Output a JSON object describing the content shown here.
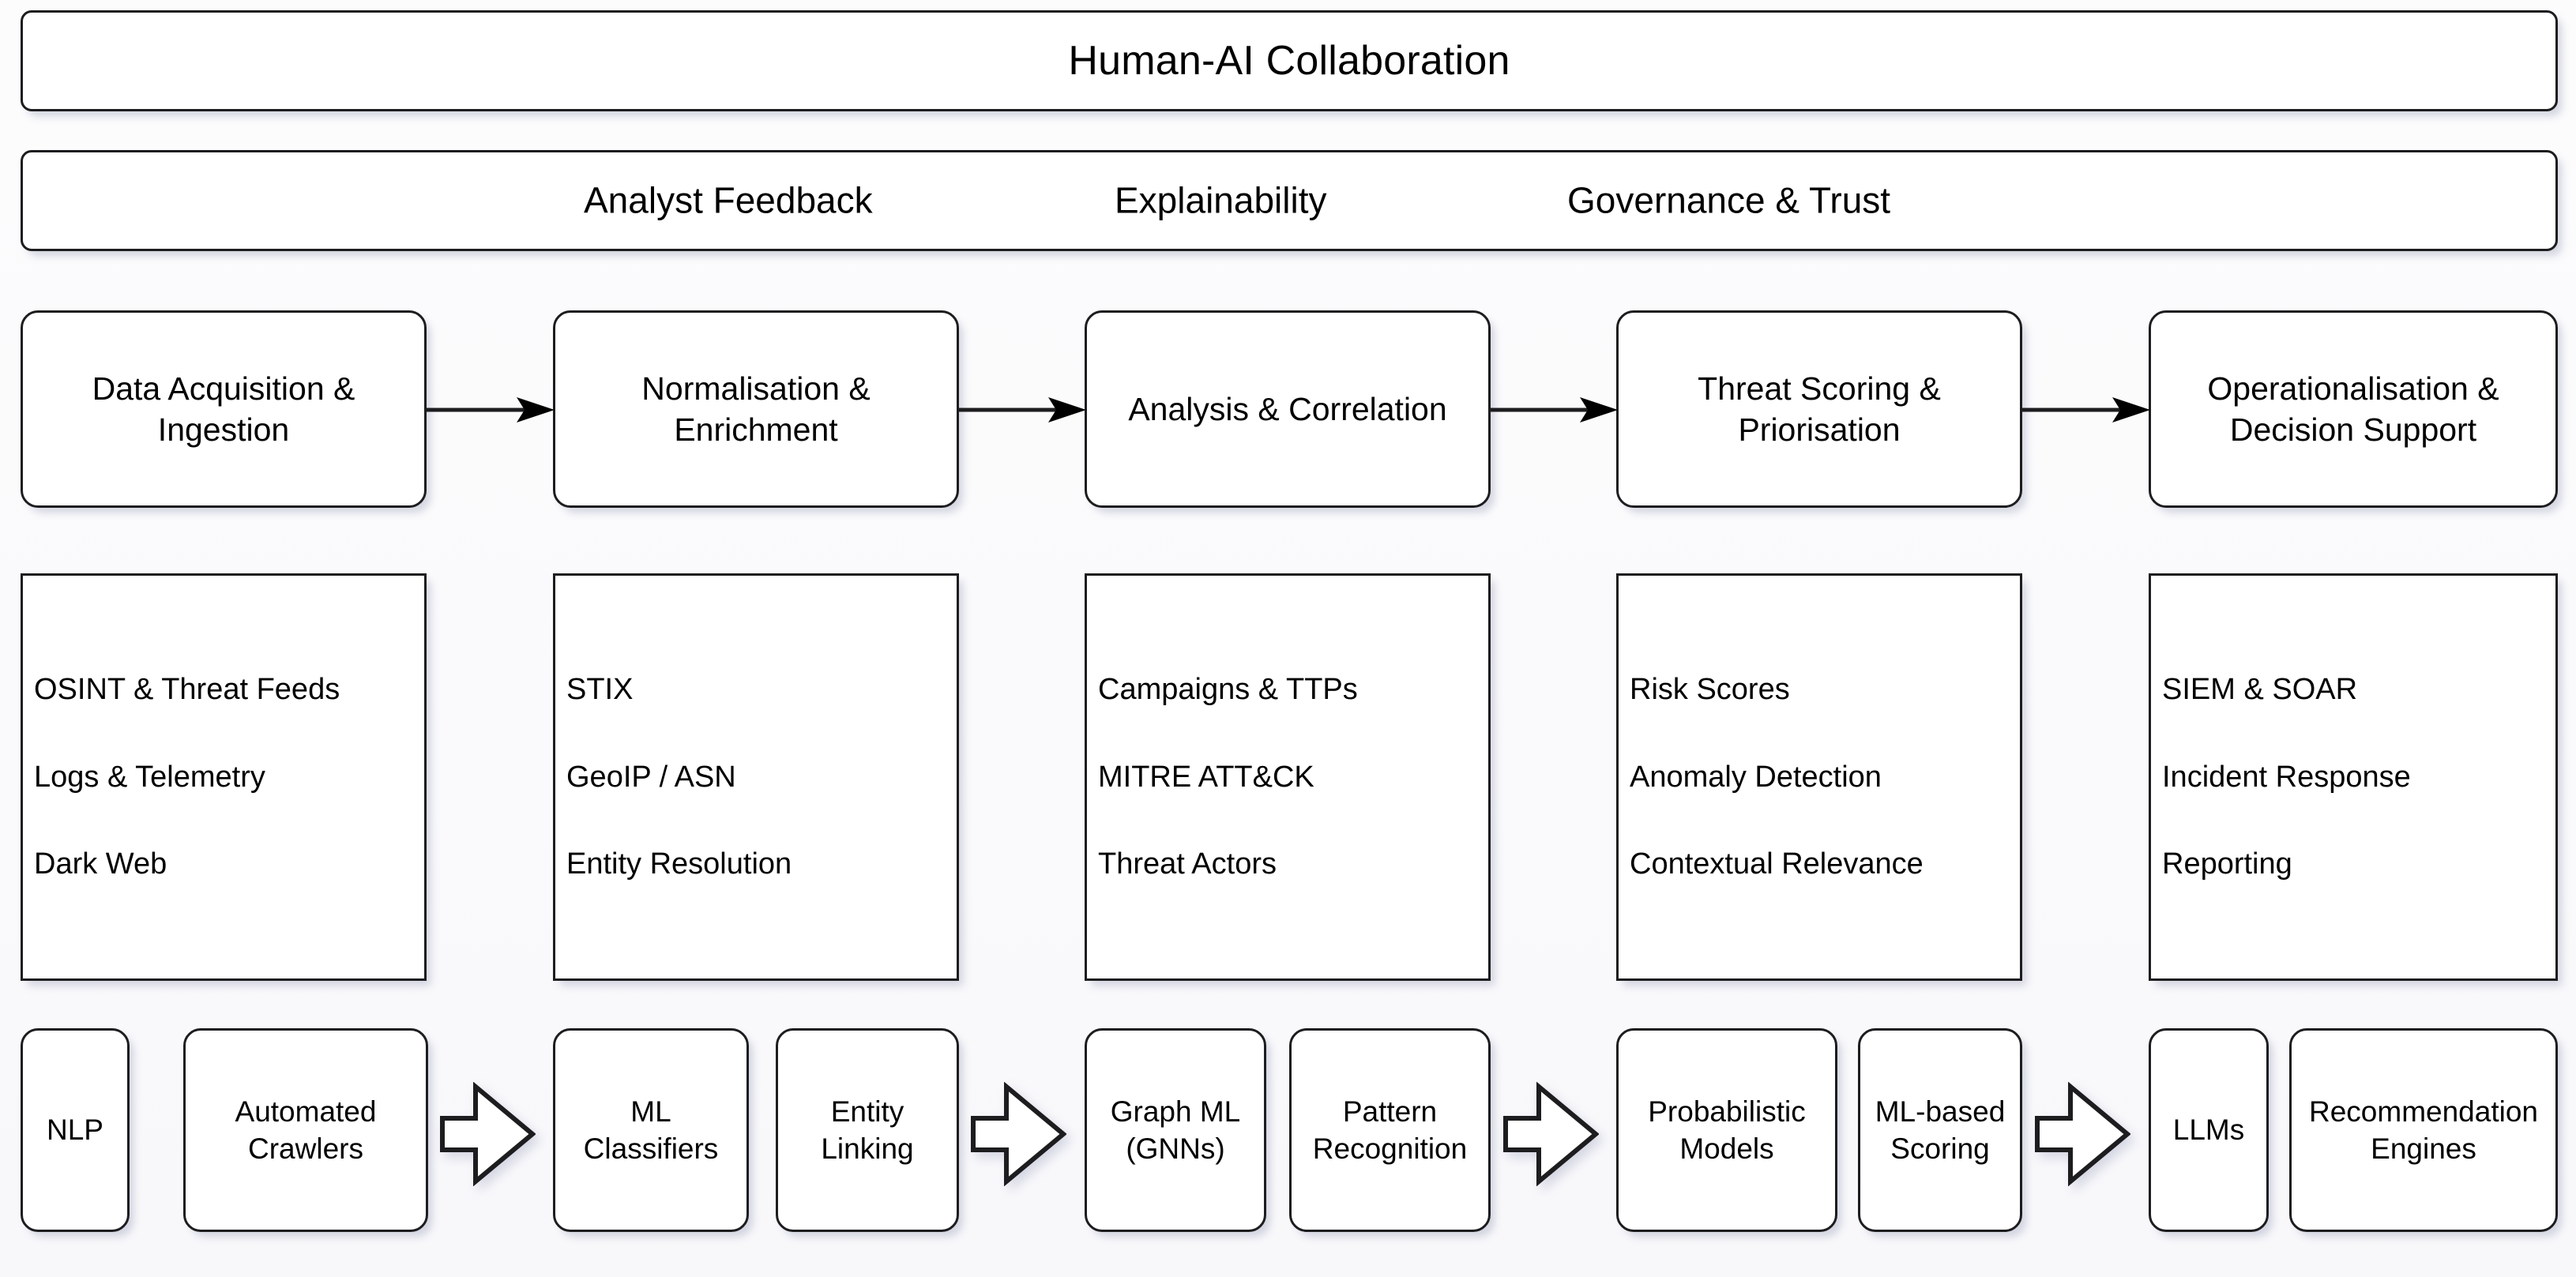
{
  "title_banner": {
    "label": "Human-AI Collaboration"
  },
  "pillars_banner": {
    "items": [
      {
        "label": "Analyst Feedback"
      },
      {
        "label": "Explainability"
      },
      {
        "label": "Governance & Trust"
      }
    ]
  },
  "pipeline": {
    "stages": [
      {
        "label": "Data Acquisition & Ingestion"
      },
      {
        "label": "Normalisation & Enrichment"
      },
      {
        "label": "Analysis & Correlation"
      },
      {
        "label": "Threat Scoring & Priorisation"
      },
      {
        "label": "Operationalisation & Decision Support"
      }
    ],
    "connector_icon": "arrow-right-icon"
  },
  "details": {
    "columns": [
      {
        "lines": [
          "OSINT & Threat Feeds",
          "Logs & Telemetry",
          "Dark Web"
        ]
      },
      {
        "lines": [
          "STIX",
          "GeoIP / ASN",
          "Entity Resolution"
        ]
      },
      {
        "lines": [
          "Campaigns & TTPs",
          "MITRE ATT&CK",
          "Threat Actors"
        ]
      },
      {
        "lines": [
          "Risk Scores",
          "Anomaly Detection",
          "Contextual Relevance"
        ]
      },
      {
        "lines": [
          "SIEM & SOAR",
          "Incident Response",
          "Reporting"
        ]
      }
    ]
  },
  "technologies": {
    "chips": [
      {
        "label": "NLP"
      },
      {
        "label": "Automated Crawlers"
      },
      {
        "label": "ML Classifiers"
      },
      {
        "label": "Entity Linking"
      },
      {
        "label": "Graph ML (GNNs)"
      },
      {
        "label": "Pattern Recognition"
      },
      {
        "label": "Probabilistic Models"
      },
      {
        "label": "ML-based Scoring"
      },
      {
        "label": "LLMs"
      },
      {
        "label": "Recommendation Engines"
      }
    ],
    "block_arrow_icon": "block-arrow-right-icon"
  },
  "style": {
    "background": "#fbfbfc",
    "shape_fill": "#ffffff",
    "stroke": "#1d1d1f",
    "text": "#000000"
  }
}
